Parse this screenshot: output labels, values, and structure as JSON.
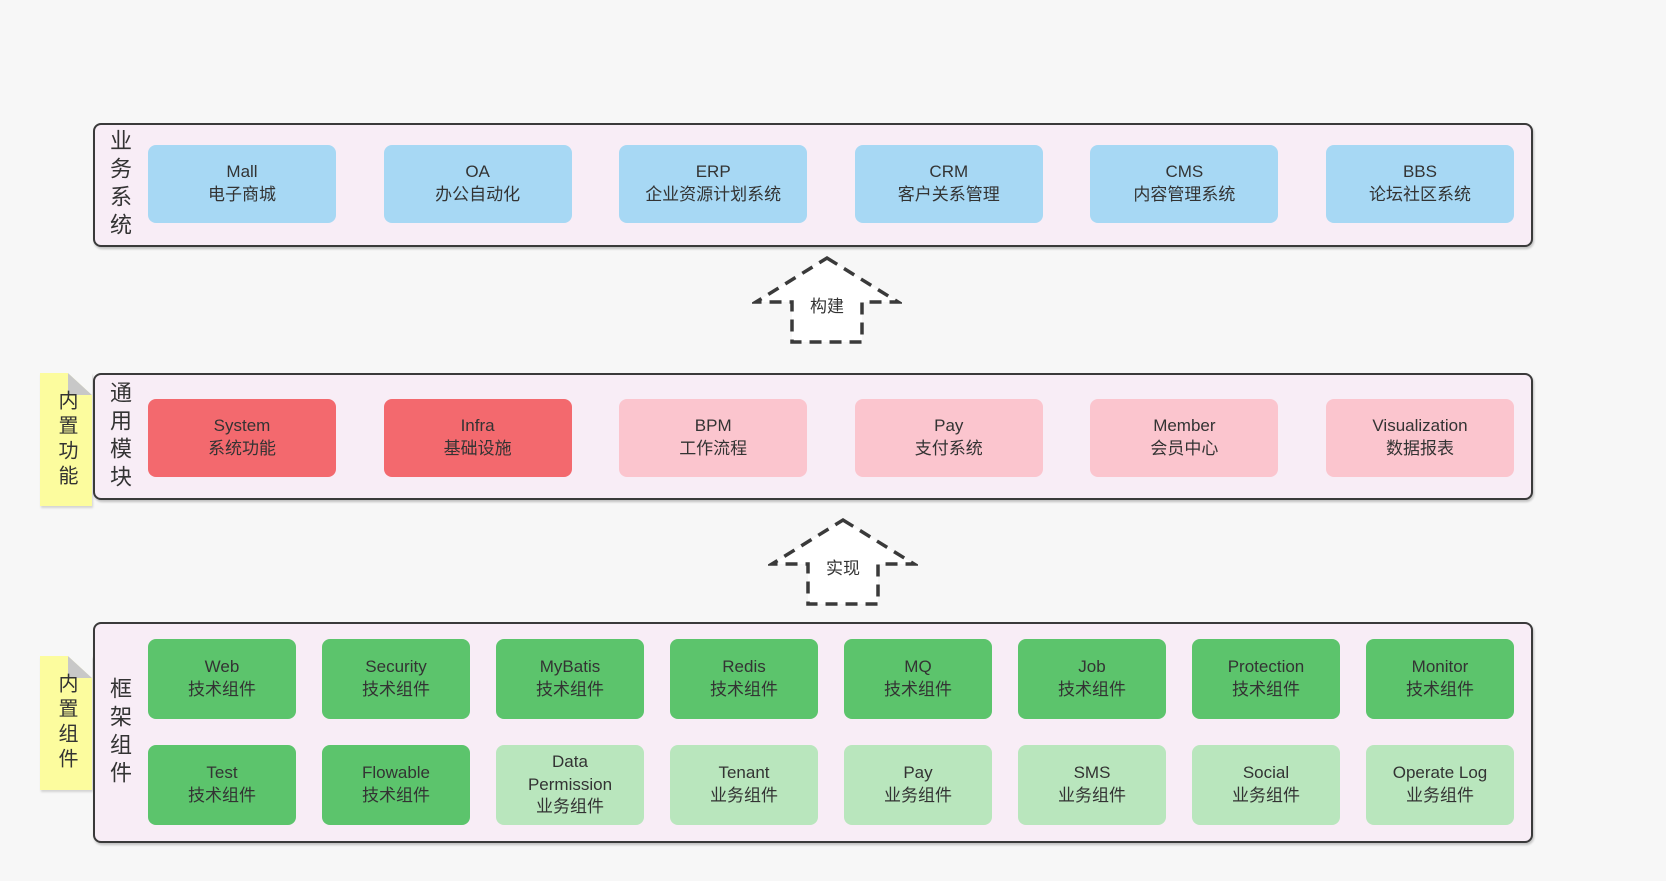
{
  "colors": {
    "page-bg": "#f7f7f7",
    "panel-bg": "#f8edf6",
    "line": "#3a3a3a",
    "text": "#333333",
    "blue": "#a7d8f4",
    "red": "#f3696e",
    "pink": "#fbc5ce",
    "green": "#5cc46c",
    "lightgreen": "#b9e6bd",
    "sticky": "#fcfc9e",
    "fold": "#c8c8c8",
    "arrow-fill": "#ffffff"
  },
  "arrows": {
    "build": "构建",
    "implement": "实现"
  },
  "sections": {
    "business": {
      "label": "业务系统",
      "boxes": [
        {
          "title": "Mall",
          "subtitle": "电子商城",
          "variant": "blue"
        },
        {
          "title": "OA",
          "subtitle": "办公自动化",
          "variant": "blue"
        },
        {
          "title": "ERP",
          "subtitle": "企业资源计划系统",
          "variant": "blue"
        },
        {
          "title": "CRM",
          "subtitle": "客户关系管理",
          "variant": "blue"
        },
        {
          "title": "CMS",
          "subtitle": "内容管理系统",
          "variant": "blue"
        },
        {
          "title": "BBS",
          "subtitle": "论坛社区系统",
          "variant": "blue"
        }
      ]
    },
    "modules": {
      "label": "通用模块",
      "sticky": "内置功能",
      "boxes": [
        {
          "title": "System",
          "subtitle": "系统功能",
          "variant": "red"
        },
        {
          "title": "Infra",
          "subtitle": "基础设施",
          "variant": "red"
        },
        {
          "title": "BPM",
          "subtitle": "工作流程",
          "variant": "pink"
        },
        {
          "title": "Pay",
          "subtitle": "支付系统",
          "variant": "pink"
        },
        {
          "title": "Member",
          "subtitle": "会员中心",
          "variant": "pink"
        },
        {
          "title": "Visualization",
          "subtitle": "数据报表",
          "variant": "pink"
        }
      ]
    },
    "framework": {
      "label": "框架组件",
      "sticky": "内置组件",
      "rows": [
        [
          {
            "title": "Web",
            "subtitle": "技术组件",
            "variant": "green"
          },
          {
            "title": "Security",
            "subtitle": "技术组件",
            "variant": "green"
          },
          {
            "title": "MyBatis",
            "subtitle": "技术组件",
            "variant": "green"
          },
          {
            "title": "Redis",
            "subtitle": "技术组件",
            "variant": "green"
          },
          {
            "title": "MQ",
            "subtitle": "技术组件",
            "variant": "green"
          },
          {
            "title": "Job",
            "subtitle": "技术组件",
            "variant": "green"
          },
          {
            "title": "Protection",
            "subtitle": "技术组件",
            "variant": "green"
          },
          {
            "title": "Monitor",
            "subtitle": "技术组件",
            "variant": "green"
          }
        ],
        [
          {
            "title": "Test",
            "subtitle": "技术组件",
            "variant": "green"
          },
          {
            "title": "Flowable",
            "subtitle": "技术组件",
            "variant": "green"
          },
          {
            "title": "Data Permission",
            "subtitle": "业务组件",
            "variant": "lightgreen"
          },
          {
            "title": "Tenant",
            "subtitle": "业务组件",
            "variant": "lightgreen"
          },
          {
            "title": "Pay",
            "subtitle": "业务组件",
            "variant": "lightgreen"
          },
          {
            "title": "SMS",
            "subtitle": "业务组件",
            "variant": "lightgreen"
          },
          {
            "title": "Social",
            "subtitle": "业务组件",
            "variant": "lightgreen"
          },
          {
            "title": "Operate Log",
            "subtitle": "业务组件",
            "variant": "lightgreen"
          }
        ]
      ]
    }
  }
}
